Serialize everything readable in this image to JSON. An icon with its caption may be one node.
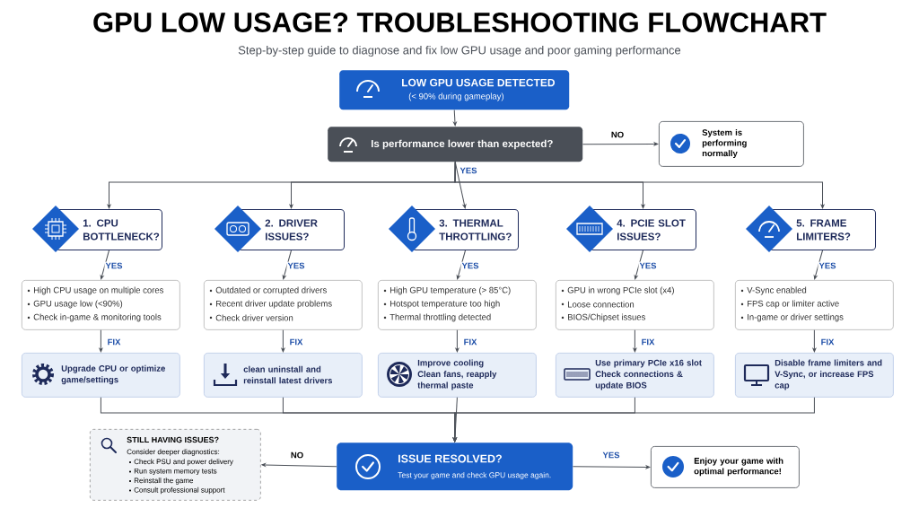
{
  "diagram": {
    "title": "GPU LOW USAGE? TROUBLESHOOTING FLOWCHART",
    "caption": "Step-by-step guide to diagnose and fix low GPU usage and poor gaming performance",
    "nodes": [
      {
        "text": [
          "LOW GPU USAGE DETECTED",
          "(< 90% during gameplay)"
        ]
      },
      {
        "text": [
          "Is performance lower than expected?"
        ]
      },
      {
        "text": [
          "System is performing normally"
        ]
      },
      {
        "text": [
          "1. CPU BOTTLENECK?"
        ]
      },
      {
        "text": [
          "2. DRIVER ISSUES?"
        ]
      },
      {
        "text": [
          "3. THERMAL THROTTLING?"
        ]
      },
      {
        "text": [
          "4. PCIE SLOT ISSUES?"
        ]
      },
      {
        "text": [
          "5. FRAME LIMITERS?"
        ]
      },
      {
        "text": [
          "High CPU usage on multiple cores",
          "GPU usage low (<90%)",
          "Check in-game & monitoring tools"
        ]
      },
      {
        "text": [
          "Outdated or corrupted drivers",
          "Recent driver update problems",
          "Check driver version"
        ]
      },
      {
        "text": [
          "High GPU temperature (> 85°C)",
          "Hotspot temperature too high",
          "Thermal throttling detected"
        ]
      },
      {
        "text": [
          "GPU in wrong PCIe slot (x4)",
          "Loose connection",
          "BIOS/Chipset issues"
        ]
      },
      {
        "text": [
          "V-Sync enabled",
          "FPS cap or limiter active",
          "In-game or driver settings"
        ]
      },
      {
        "text": [
          "Upgrade CPU or optimize game/settings"
        ]
      },
      {
        "text": [
          "clean uninstall and reinstall latest drivers"
        ]
      },
      {
        "text": [
          "Improve cooling",
          "Clean fans, reapply thermal paste"
        ]
      },
      {
        "text": [
          "Use primary PCIe x16 slot",
          "Check connections & update BIOS"
        ]
      },
      {
        "text": [
          "Disable frame limiters and V-Sync, or increase FPS cap"
        ]
      },
      {
        "text": [
          "ISSUE RESOLVED?",
          "Test your game and check GPU usage again."
        ]
      },
      {
        "text": [
          "STILL HAVING ISSUES?",
          "Consider deeper diagnostics:",
          "Check PSU and power delivery",
          "Run system memory tests",
          "Reinstall the game",
          "Consult professional support"
        ]
      },
      {
        "text": [
          "Enjoy your game with optimal performance!"
        ]
      }
    ],
    "edges": [
      {
        "from": 0,
        "to": 1,
        "arrow": "to"
      },
      {
        "from": 1,
        "to": 2,
        "arrow": "to",
        "label": "NO"
      },
      {
        "from": 1,
        "to": 3,
        "arrow": "to"
      },
      {
        "from": 1,
        "to": 4,
        "arrow": "to"
      },
      {
        "from": 1,
        "to": 5,
        "arrow": "to",
        "label": "YES"
      },
      {
        "from": 1,
        "to": 6,
        "arrow": "to"
      },
      {
        "from": 1,
        "to": 7,
        "arrow": "to"
      },
      {
        "from": 3,
        "to": 8,
        "arrow": "to",
        "label": "YES"
      },
      {
        "from": 4,
        "to": 9,
        "arrow": "to",
        "label": "YES"
      },
      {
        "from": 5,
        "to": 10,
        "arrow": "to",
        "label": "YES"
      },
      {
        "from": 6,
        "to": 11,
        "arrow": "to",
        "label": "YES"
      },
      {
        "from": 7,
        "to": 12,
        "arrow": "to",
        "label": "YES"
      },
      {
        "from": 8,
        "to": 13,
        "arrow": "to",
        "label": "FIX"
      },
      {
        "from": 9,
        "to": 14,
        "arrow": "to",
        "label": "FIX"
      },
      {
        "from": 10,
        "to": 15,
        "arrow": "to",
        "label": "FIX"
      },
      {
        "from": 11,
        "to": 16,
        "arrow": "to",
        "label": "FIX"
      },
      {
        "from": 12,
        "to": 17,
        "arrow": "to",
        "label": "FIX"
      },
      {
        "from": 13,
        "to": 18,
        "arrow": "to"
      },
      {
        "from": 14,
        "to": 18,
        "arrow": "to"
      },
      {
        "from": 15,
        "to": 18,
        "arrow": "to"
      },
      {
        "from": 16,
        "to": 18,
        "arrow": "to"
      },
      {
        "from": 17,
        "to": 18,
        "arrow": "to"
      },
      {
        "from": 18,
        "to": 19,
        "arrow": "to",
        "label": "NO"
      },
      {
        "from": 18,
        "to": 20,
        "arrow": "to",
        "label": "YES"
      }
    ]
  }
}
